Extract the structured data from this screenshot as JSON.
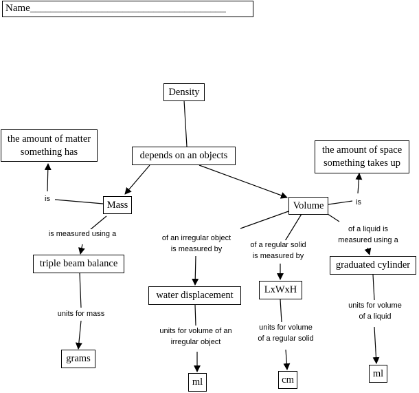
{
  "header": {
    "name_field": "Name______________________________________"
  },
  "nodes": {
    "density": "Density",
    "depends": "depends on an objects",
    "matter": "the amount of matter\nsomething has",
    "space": "the amount of space\nsomething takes up",
    "mass": "Mass",
    "volume": "Volume",
    "triple_beam": "triple beam balance",
    "water_disp": "water displacement",
    "lwh": "LxWxH",
    "grad_cyl": "graduated cylinder",
    "grams": "grams",
    "ml_irregular": "ml",
    "cm": "cm",
    "ml_liquid": "ml"
  },
  "links": {
    "is_mass": "is",
    "is_volume": "is",
    "measured_mass": "is measured using a",
    "irregular": "of an irregular object\nis measured by",
    "regular": "of a regular solid\nis measured by",
    "liquid": "of a liquid is\nmeasured using a",
    "units_mass": "units for mass",
    "units_irregular": "units for volume of an\nirregular object",
    "units_regular": "units for volume\nof a regular solid",
    "units_liquid": "units for volume\nof a liquid"
  }
}
